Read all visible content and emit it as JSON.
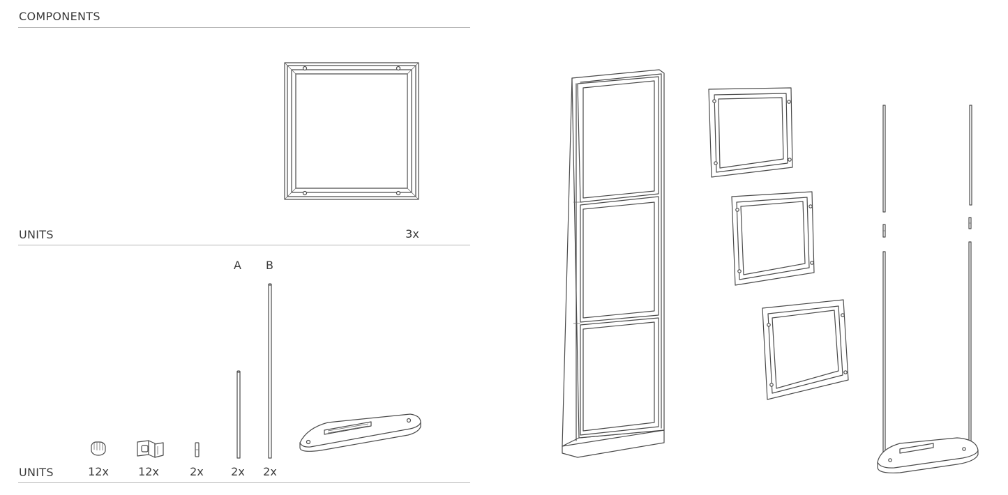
{
  "header": {
    "title": "COMPONENTS"
  },
  "section1": {
    "label": "UNITS",
    "frame_qty": "3x"
  },
  "section2": {
    "label": "UNITS",
    "rod_a_label": "A",
    "rod_b_label": "B",
    "quantities": {
      "screw": "12x",
      "clip": "12x",
      "connector": "2x",
      "rod_a": "2x",
      "rod_b": "2x"
    }
  }
}
